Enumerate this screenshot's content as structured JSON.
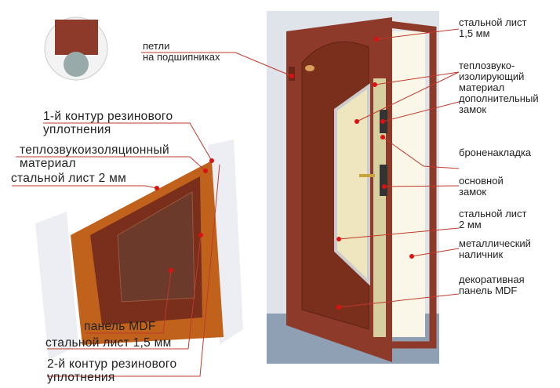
{
  "colors": {
    "leader": "#c0392b",
    "door": "#8e3a2a",
    "panel": "#7a2e1c",
    "wall": "#dfe3ea"
  },
  "labels": {
    "hinges": [
      "петли",
      "на подшипниках"
    ],
    "steel_top": [
      "стальной лист",
      "1,5 мм"
    ],
    "insulation_right": [
      "теплозвуко-",
      "изолирующий",
      "материал"
    ],
    "extra_lock": [
      "дополнительный",
      "замок"
    ],
    "armor_plate": [
      "броненакладка"
    ],
    "main_lock": [
      "основной",
      "замок"
    ],
    "steel_2mm_right": [
      "стальной лист",
      "2 мм"
    ],
    "metal_trim": [
      "металлический",
      "наличник"
    ],
    "decor_panel": [
      "декоративная",
      "панель MDF"
    ],
    "seal1": [
      "1-й контур резинового",
      "уплотнения"
    ],
    "insulation_left": [
      "теплозвукоизоляционный",
      "материал"
    ],
    "steel_2mm_left": [
      "стальной лист 2 мм"
    ],
    "mdf_left": [
      "панель MDF"
    ],
    "steel_15_left": [
      "стальной лист 1,5 мм"
    ],
    "seal2": [
      "2-й контур резинового",
      "уплотнения"
    ]
  }
}
